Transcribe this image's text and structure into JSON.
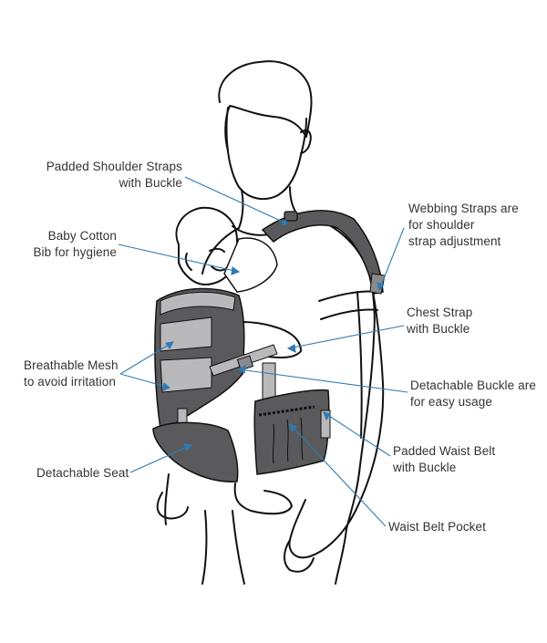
{
  "diagram": {
    "subject": "Baby carrier worn by adult",
    "leader_color": "#2f7bb5",
    "carrier_dark": "#5a5a5c",
    "carrier_light": "#b9b9bb",
    "outline_color": "#111111"
  },
  "labels": {
    "shoulder_straps": {
      "line1": "Padded Shoulder Straps",
      "line2": "with Buckle"
    },
    "bib": {
      "line1": "Baby Cotton",
      "line2": "Bib for hygiene"
    },
    "mesh": {
      "line1": "Breathable Mesh",
      "line2": "to avoid irritation"
    },
    "seat": {
      "line1": "Detachable Seat"
    },
    "webbing": {
      "line1": "Webbing Straps are",
      "line2": "for shoulder",
      "line3": "strap adjustment"
    },
    "chest_strap": {
      "line1": "Chest Strap",
      "line2": "with Buckle"
    },
    "detachable_buckle": {
      "line1": "Detachable Buckle are",
      "line2": "for easy usage"
    },
    "waist_belt": {
      "line1": "Padded Waist Belt",
      "line2": "with Buckle"
    },
    "waist_pocket": {
      "line1": "Waist Belt Pocket"
    }
  }
}
